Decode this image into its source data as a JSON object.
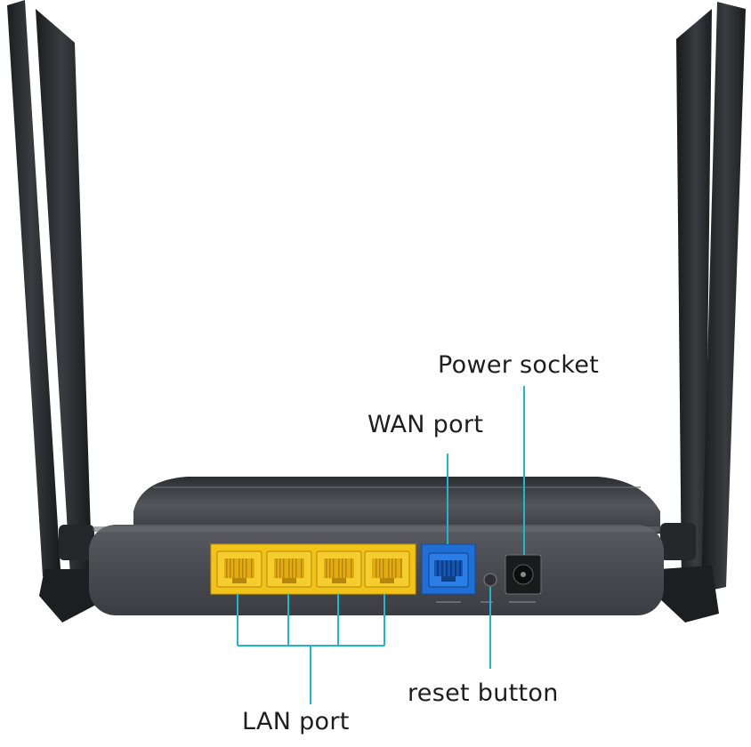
{
  "labels": {
    "power_socket": "Power socket",
    "wan_port": "WAN port",
    "reset_button": "reset button",
    "lan_port": "LAN port"
  },
  "colors": {
    "background": "#ffffff",
    "router_body": "#4a4a4e",
    "antenna": "#2a2c30",
    "lan_ports": "#f2c318",
    "wan_port": "#1f6fd6",
    "callout_lines": "#20b8c8"
  },
  "lan_port_count": 4
}
